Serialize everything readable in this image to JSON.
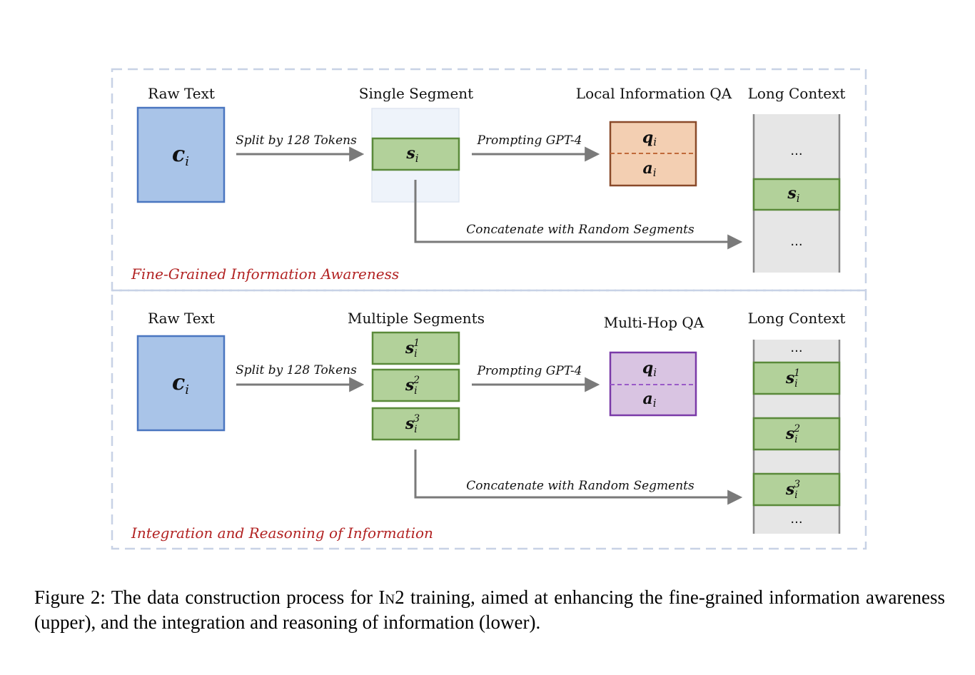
{
  "upper": {
    "raw_text_label": "Raw Text",
    "single_segment_label": "Single Segment",
    "local_qa_label": "Local Information QA",
    "long_context_label": "Long Context",
    "split_label": "Split by 128 Tokens",
    "prompt_label": "Prompting GPT-4",
    "concat_label": "Concatenate with Random Segments",
    "section_title": "Fine-Grained Information Awareness",
    "raw_symbol": "c",
    "segment_symbol": "s",
    "q_symbol": "q",
    "a_symbol": "a",
    "subscript": "i",
    "ellipsis": "...",
    "colors": {
      "raw": "#a9c4e8",
      "segment": "#b2d19a",
      "qa": "#f3cfb2",
      "context": "#e6e6e6"
    }
  },
  "lower": {
    "raw_text_label": "Raw Text",
    "multiple_segments_label": "Multiple Segments",
    "multihop_qa_label": "Multi-Hop QA",
    "long_context_label": "Long Context",
    "split_label": "Split by 128 Tokens",
    "prompt_label": "Prompting GPT-4",
    "concat_label": "Concatenate with Random Segments",
    "section_title": "Integration and Reasoning of Information",
    "superscripts": [
      "1",
      "2",
      "3"
    ],
    "colors": {
      "qa": "#d9c4e2"
    }
  },
  "caption": {
    "prefix": "Figure 2: The data construction process for ",
    "method_name": "In2",
    "suffix": " training, aimed at enhancing the fine-grained information awareness (upper), and the integration and reasoning of information (lower)."
  }
}
